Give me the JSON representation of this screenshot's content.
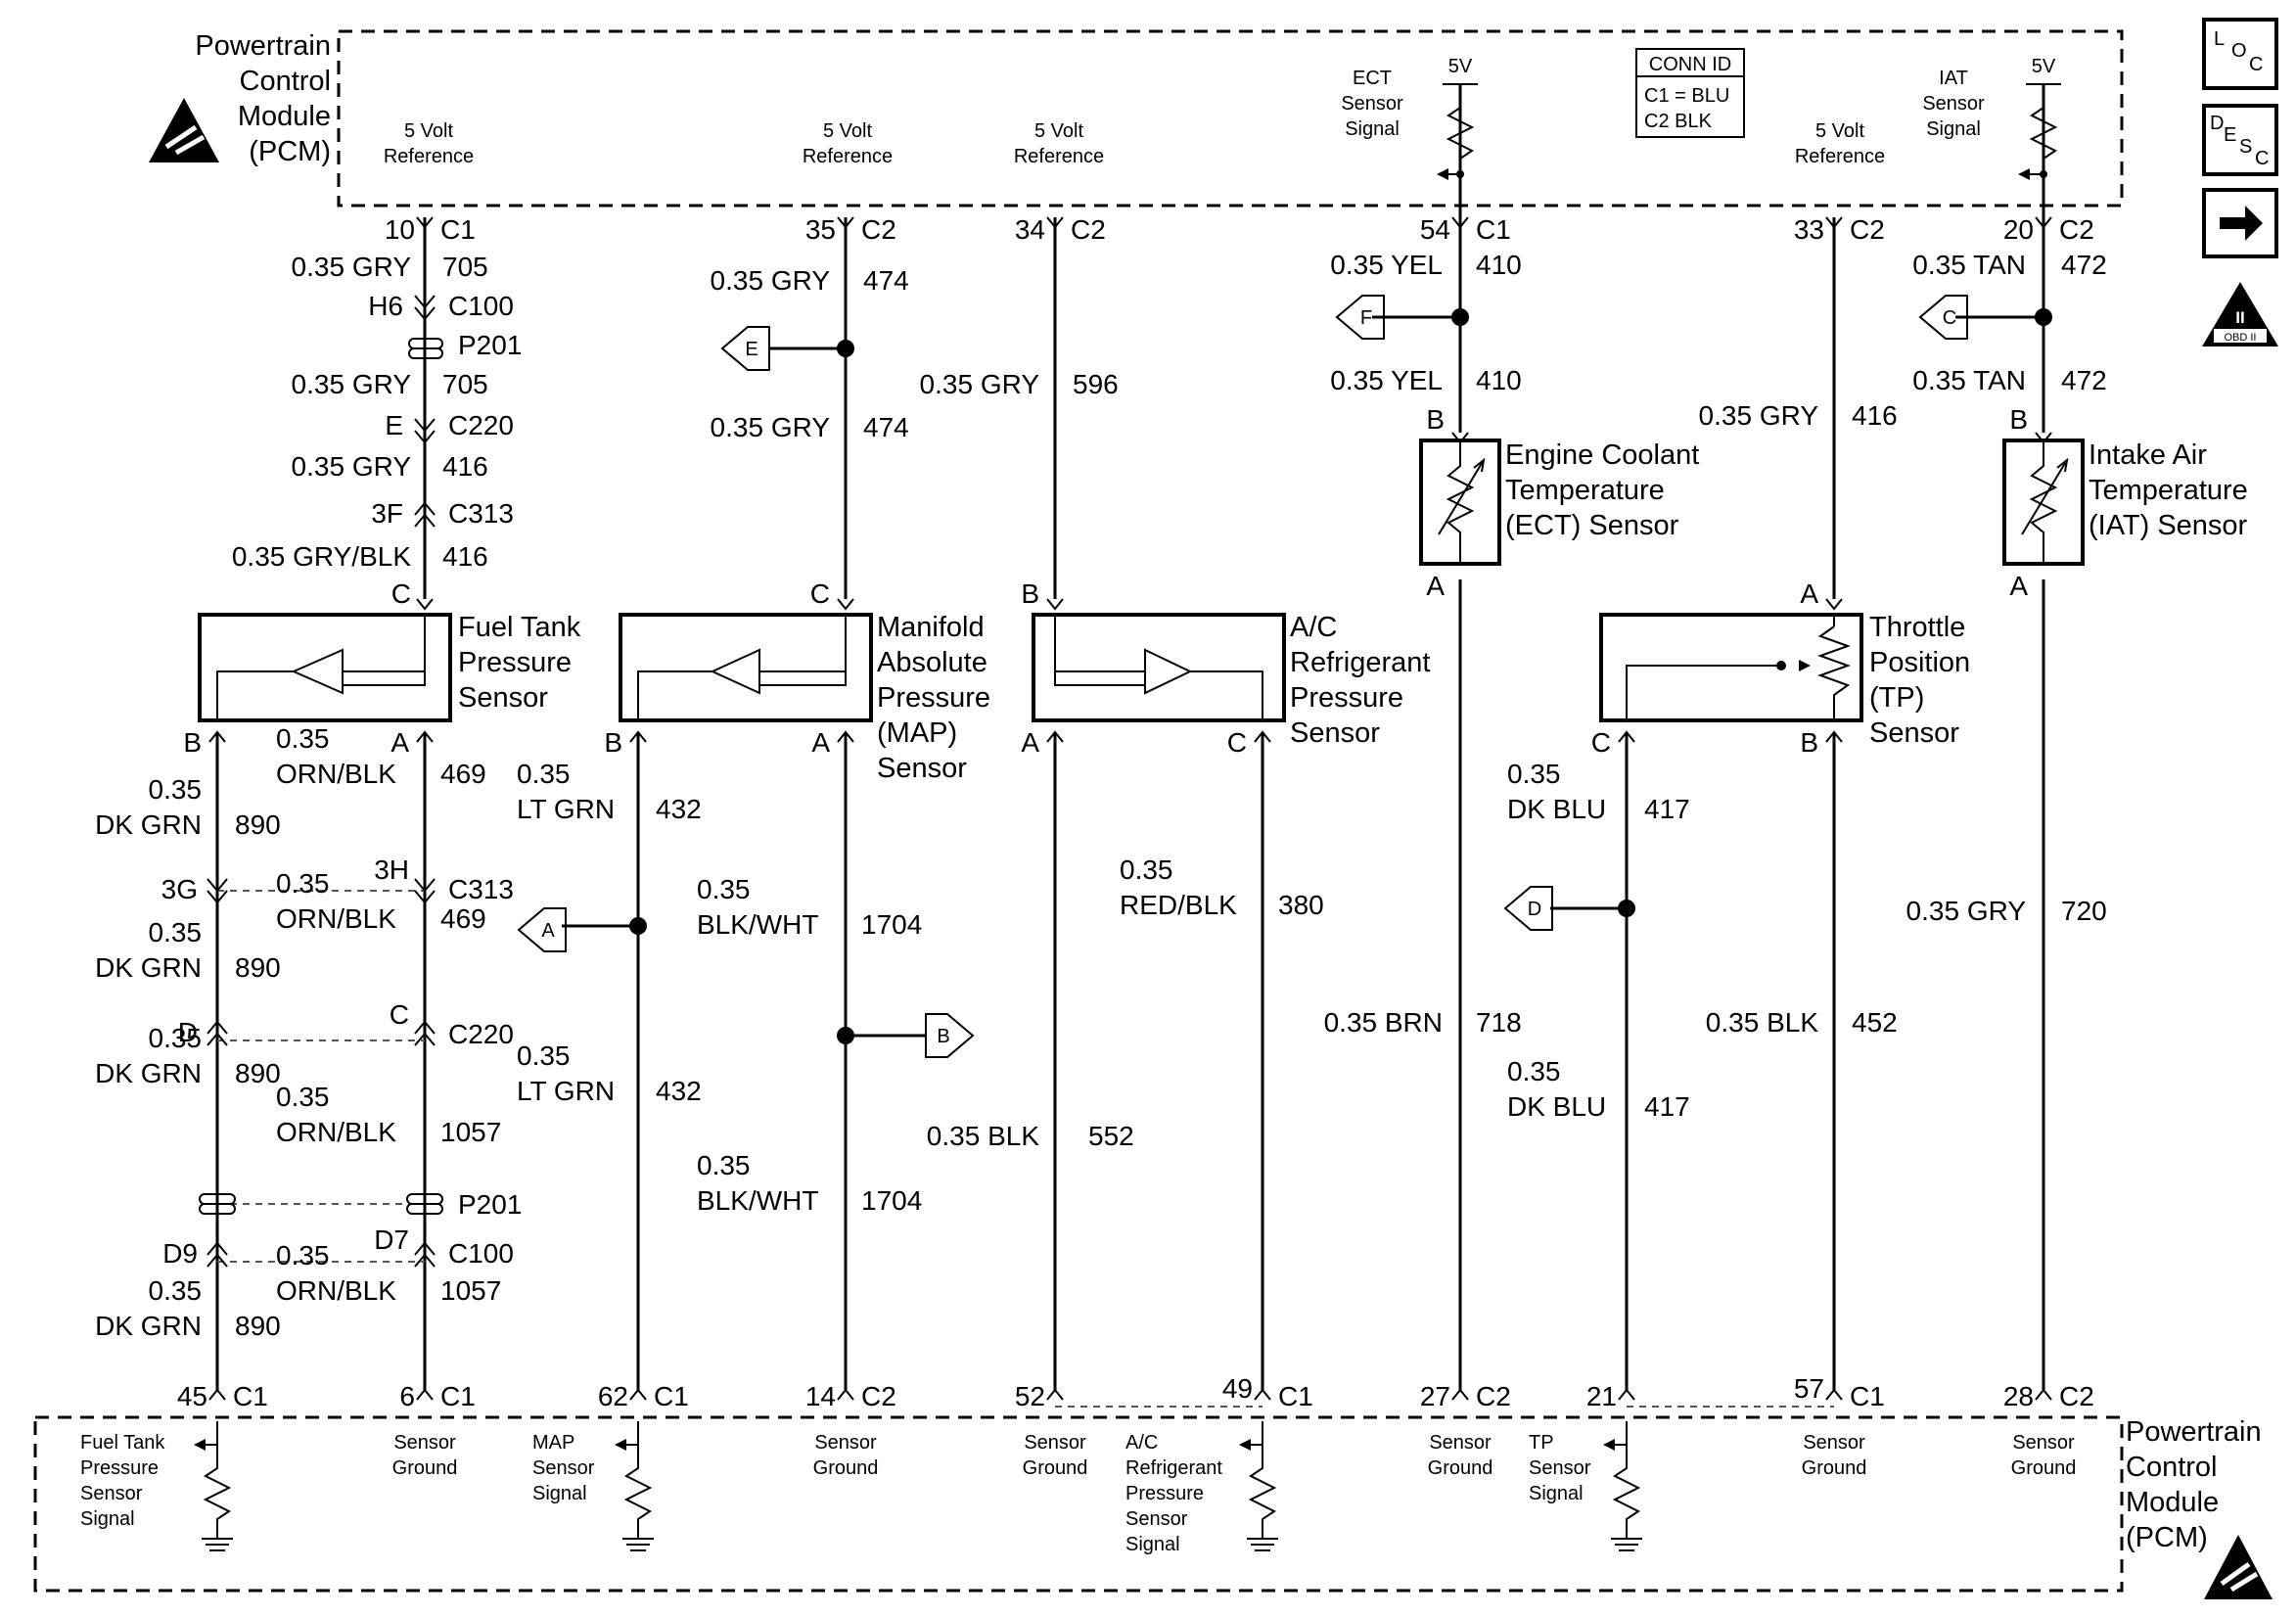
{
  "pcm": {
    "top_label": [
      "Powertrain",
      "Control",
      "Module",
      "(PCM)"
    ],
    "bottom_label": [
      "Powertrain",
      "Control",
      "Module",
      "(PCM)"
    ]
  },
  "conn_id": {
    "title": "CONN ID",
    "c1": "C1 = BLU",
    "c2": "C2   BLK"
  },
  "side_icons": {
    "loc": "LOC",
    "desc": "DESC",
    "obd": "OBD II"
  },
  "top_pcm_labels": [
    {
      "k": "ref1",
      "lines": [
        "5 Volt",
        "Reference"
      ]
    },
    {
      "k": "ref2",
      "lines": [
        "5 Volt",
        "Reference"
      ]
    },
    {
      "k": "ref3",
      "lines": [
        "5 Volt",
        "Reference"
      ]
    },
    {
      "k": "ect",
      "lines": [
        "ECT",
        "Sensor",
        "Signal"
      ]
    },
    {
      "k": "ref4",
      "lines": [
        "5 Volt",
        "Reference"
      ]
    },
    {
      "k": "iat",
      "lines": [
        "IAT",
        "Sensor",
        "Signal"
      ]
    },
    {
      "k": "v5a",
      "lines": [
        "5V"
      ]
    },
    {
      "k": "v5b",
      "lines": [
        "5V"
      ]
    }
  ],
  "top_pins": [
    {
      "pin": "10",
      "conn": "C1"
    },
    {
      "pin": "35",
      "conn": "C2"
    },
    {
      "pin": "34",
      "conn": "C2"
    },
    {
      "pin": "54",
      "conn": "C1"
    },
    {
      "pin": "33",
      "conn": "C2"
    },
    {
      "pin": "20",
      "conn": "C2"
    }
  ],
  "bottom_pins": [
    {
      "pin": "45",
      "conn": "C1"
    },
    {
      "pin": "6",
      "conn": "C1"
    },
    {
      "pin": "62",
      "conn": "C1"
    },
    {
      "pin": "14",
      "conn": "C2"
    },
    {
      "pin": "52",
      "conn": ""
    },
    {
      "pin": "49",
      "conn": "C1"
    },
    {
      "pin": "27",
      "conn": "C2"
    },
    {
      "pin": "21",
      "conn": ""
    },
    {
      "pin": "57",
      "conn": "C1"
    },
    {
      "pin": "28",
      "conn": "C2"
    }
  ],
  "bottom_pcm_labels": [
    {
      "k": "ft",
      "lines": [
        "Fuel Tank",
        "Pressure",
        "Sensor",
        "Signal"
      ]
    },
    {
      "k": "g1",
      "lines": [
        "Sensor",
        "Ground"
      ]
    },
    {
      "k": "map",
      "lines": [
        "MAP",
        "Sensor",
        "Signal"
      ]
    },
    {
      "k": "g2",
      "lines": [
        "Sensor",
        "Ground"
      ]
    },
    {
      "k": "g3",
      "lines": [
        "Sensor",
        "Ground"
      ]
    },
    {
      "k": "ac",
      "lines": [
        "A/C",
        "Refrigerant",
        "Pressure",
        "Sensor",
        "Signal"
      ]
    },
    {
      "k": "g4",
      "lines": [
        "Sensor",
        "Ground"
      ]
    },
    {
      "k": "tp",
      "lines": [
        "TP",
        "Sensor",
        "Signal"
      ]
    },
    {
      "k": "g5",
      "lines": [
        "Sensor",
        "Ground"
      ]
    },
    {
      "k": "g6",
      "lines": [
        "Sensor",
        "Ground"
      ]
    }
  ],
  "wires": [
    {
      "color": "0.35 GRY",
      "circuit": "705"
    },
    {
      "color": "0.35 GRY",
      "circuit": "705"
    },
    {
      "color": "0.35 GRY",
      "circuit": "416"
    },
    {
      "color": "0.35 GRY/BLK",
      "circuit": "416"
    },
    {
      "color": "0.35 GRY",
      "circuit": "474"
    },
    {
      "color": "0.35 GRY",
      "circuit": "474"
    },
    {
      "color": "0.35 GRY",
      "circuit": "596"
    },
    {
      "color": "0.35 YEL",
      "circuit": "410"
    },
    {
      "color": "0.35 YEL",
      "circuit": "410"
    },
    {
      "color": "0.35 GRY",
      "circuit": "416"
    },
    {
      "color": "0.35 TAN",
      "circuit": "472"
    },
    {
      "color": "0.35 TAN",
      "circuit": "472"
    },
    {
      "color": "0.35 DK GRN",
      "circuit": "890"
    },
    {
      "color": "0.35 ORN/BLK",
      "circuit": "469"
    },
    {
      "color": "0.35 DK GRN",
      "circuit": "890"
    },
    {
      "color": "0.35 ORN/BLK",
      "circuit": "469"
    },
    {
      "color": "0.35 DK GRN",
      "circuit": "890"
    },
    {
      "color": "0.35 ORN/BLK",
      "circuit": "1057"
    },
    {
      "color": "0.35 DK GRN",
      "circuit": "890"
    },
    {
      "color": "0.35 ORN/BLK",
      "circuit": "1057"
    },
    {
      "color": "0.35 LT GRN",
      "circuit": "432"
    },
    {
      "color": "0.35 LT GRN",
      "circuit": "432"
    },
    {
      "color": "0.35 BLK/WHT",
      "circuit": "1704"
    },
    {
      "color": "0.35 BLK/WHT",
      "circuit": "1704"
    },
    {
      "color": "0.35 BLK",
      "circuit": "552"
    },
    {
      "color": "0.35 RED/BLK",
      "circuit": "380"
    },
    {
      "color": "0.35 BRN",
      "circuit": "718"
    },
    {
      "color": "0.35 DK BLU",
      "circuit": "417"
    },
    {
      "color": "0.35 DK BLU",
      "circuit": "417"
    },
    {
      "color": "0.35 BLK",
      "circuit": "452"
    },
    {
      "color": "0.35 GRY",
      "circuit": "720"
    }
  ],
  "connectors": [
    {
      "pin": "H6",
      "conn": "C100"
    },
    {
      "pin": "",
      "conn": "P201"
    },
    {
      "pin": "E",
      "conn": "C220"
    },
    {
      "pin": "3F",
      "conn": "C313"
    },
    {
      "pin": "3G",
      "conn": ""
    },
    {
      "pin": "3H",
      "conn": "C313"
    },
    {
      "pin": "D",
      "conn": ""
    },
    {
      "pin": "C",
      "conn": "C220"
    },
    {
      "pin": "",
      "conn": "P201"
    },
    {
      "pin": "D9",
      "conn": ""
    },
    {
      "pin": "D7",
      "conn": "C100"
    }
  ],
  "sensors": [
    {
      "k": "fuel_tank",
      "lines": [
        "Fuel Tank",
        "Pressure",
        "Sensor"
      ]
    },
    {
      "k": "map",
      "lines": [
        "Manifold",
        "Absolute",
        "Pressure",
        "(MAP)",
        "Sensor"
      ]
    },
    {
      "k": "ac",
      "lines": [
        "A/C",
        "Refrigerant",
        "Pressure",
        "Sensor"
      ]
    },
    {
      "k": "tp",
      "lines": [
        "Throttle",
        "Position",
        "(TP)",
        "Sensor"
      ]
    },
    {
      "k": "ect",
      "lines": [
        "Engine Coolant",
        "Temperature",
        "(ECT) Sensor"
      ]
    },
    {
      "k": "iat",
      "lines": [
        "Intake Air",
        "Temperature",
        "(IAT) Sensor"
      ]
    }
  ],
  "pin_letters": [
    "C",
    "B",
    "A",
    "C",
    "B",
    "A",
    "B",
    "A",
    "C",
    "A",
    "C",
    "B",
    "B",
    "A",
    "B",
    "A"
  ],
  "offpage": [
    {
      "letter": "E"
    },
    {
      "letter": "F"
    },
    {
      "letter": "C"
    },
    {
      "letter": "A"
    },
    {
      "letter": "B"
    },
    {
      "letter": "D"
    }
  ]
}
